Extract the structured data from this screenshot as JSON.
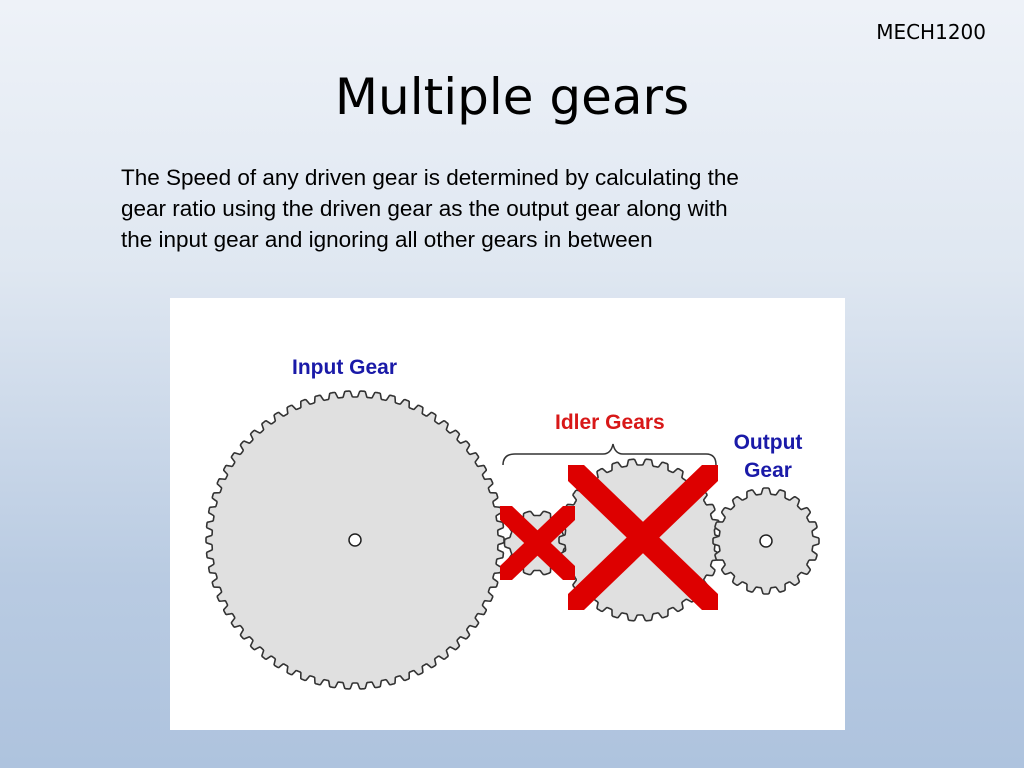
{
  "header": {
    "course_code": "MECH1200"
  },
  "slide": {
    "title": "Multiple gears",
    "body": "The Speed of any driven gear is determined by calculating the gear ratio using the driven gear as the output gear along with the input gear and ignoring all other gears in between"
  },
  "figure": {
    "labels": {
      "input": "Input Gear",
      "idler": "Idler Gears",
      "output_line1": "Output",
      "output_line2": "Gear"
    },
    "colors": {
      "input_label": "#1a1aa8",
      "idler_label": "#d81818",
      "output_label": "#1a1aa8",
      "cross": "#dd0000",
      "gear_fill": "#e0e0e0",
      "gear_stroke": "#333333"
    }
  }
}
